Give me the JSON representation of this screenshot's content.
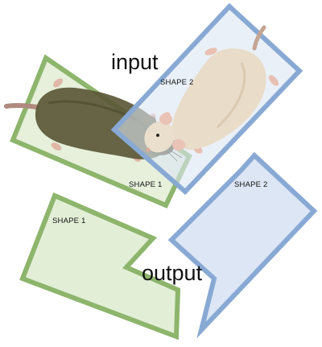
{
  "labels": {
    "input": "input",
    "output": "output",
    "input_shape_1": "SHAPE 1",
    "input_shape_2": "SHAPE 2",
    "output_shape_1": "SHAPE 1",
    "output_shape_2": "SHAPE 2"
  },
  "colors": {
    "shape_1_stroke": "#8db56c",
    "shape_1_fill": "#e3eed7",
    "shape_2_stroke": "#88a9d4",
    "shape_2_fill": "#dce6f4",
    "dark_mouse": "#5b5838",
    "light_mouse": "#e9dcc8",
    "tail": "#b08a7e"
  }
}
